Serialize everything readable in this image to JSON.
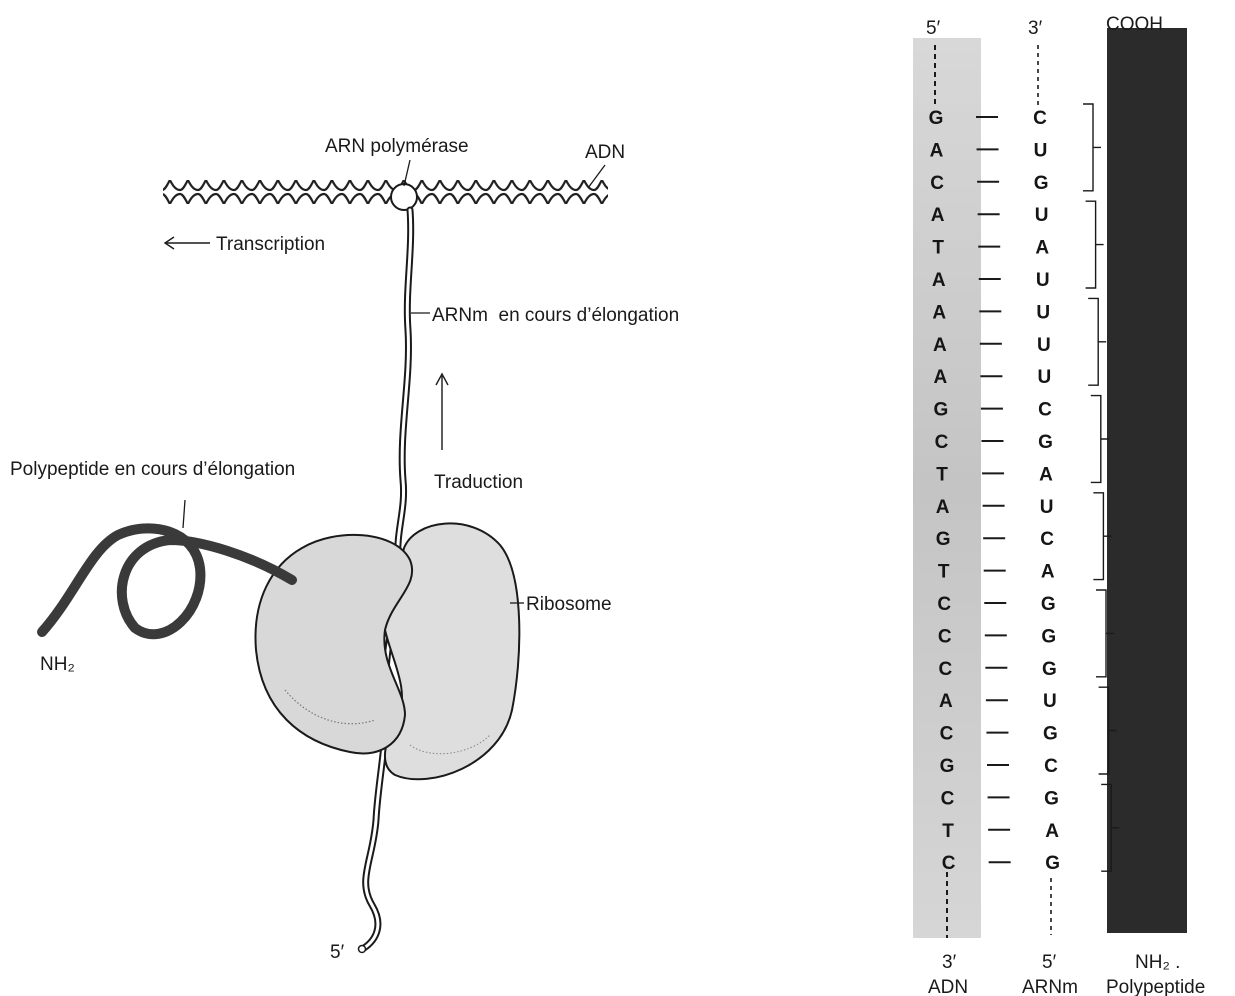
{
  "left_diagram": {
    "arn_polymerase": "ARN polymérase",
    "adn": "ADN",
    "transcription": "Transcription",
    "arnm_elongation": "ARNm  en cours d’élongation",
    "traduction": "Traduction",
    "polypeptide_elongation": "Polypeptide en cours d’élongation",
    "ribosome": "Ribosome",
    "nh2": "NH₂",
    "five_prime": "5′"
  },
  "right_diagram": {
    "dna_top": "5′",
    "mrna_top": "3′",
    "polypeptide_top": "COOH",
    "dna_bottom_end": "3′",
    "mrna_bottom_end": "5′",
    "polypeptide_bottom_end": "NH₂ .",
    "dna_label": "ADN",
    "mrna_label": "ARNm",
    "polypeptide_label": "Polypeptide",
    "dna_bases": [
      "G",
      "A",
      "C",
      "A",
      "T",
      "A",
      "A",
      "A",
      "A",
      "G",
      "C",
      "T",
      "A",
      "G",
      "T",
      "C",
      "C",
      "C",
      "A",
      "C",
      "G",
      "C",
      "T",
      "C"
    ],
    "mrna_bases": [
      "C",
      "U",
      "G",
      "U",
      "A",
      "U",
      "U",
      "U",
      "U",
      "C",
      "G",
      "A",
      "U",
      "C",
      "A",
      "G",
      "G",
      "G",
      "U",
      "G",
      "C",
      "G",
      "A",
      "G"
    ]
  },
  "colors": {
    "ink": "#1a1a1a",
    "dna_band": "#cfcfcf",
    "polypeptide_bar": "#2b2b2b",
    "ribosome_fill": "#dcdcdc"
  }
}
